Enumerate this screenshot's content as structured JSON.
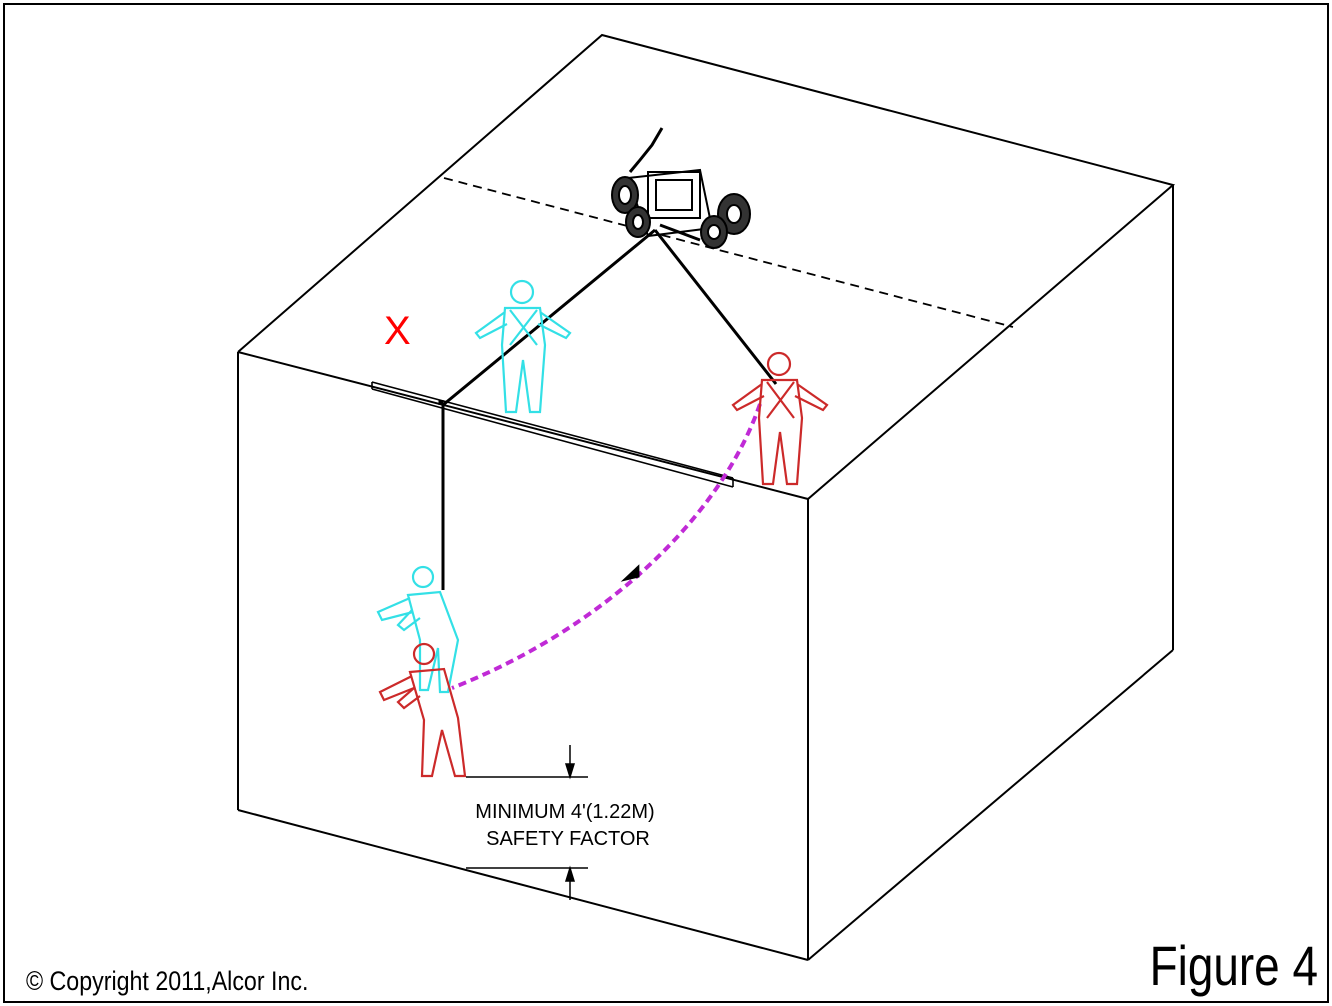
{
  "labels": {
    "marker": "X",
    "dimension_line1": "MINIMUM 4'(1.22M)",
    "dimension_line2": "SAFETY FACTOR",
    "figure_title": "Figure 4",
    "copyright": "© Copyright 2011,Alcor Inc."
  },
  "colors": {
    "line": "#000000",
    "worker_safe": "#33e0e6",
    "worker_fall": "#cc2a2a",
    "swing_path": "#c02ad6",
    "marker": "#ff0000"
  }
}
